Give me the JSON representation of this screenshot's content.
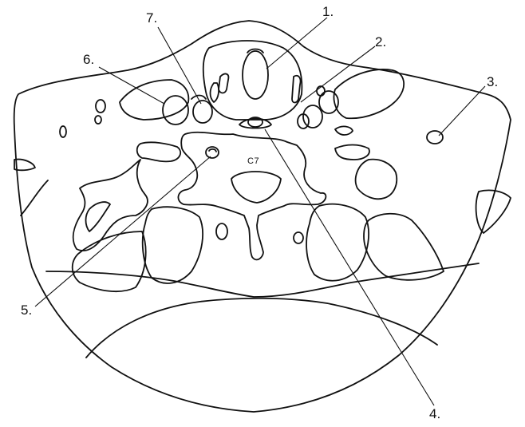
{
  "diagram": {
    "vertebra_label": "C7",
    "labels": [
      {
        "id": "1",
        "text": "1."
      },
      {
        "id": "2",
        "text": "2."
      },
      {
        "id": "3",
        "text": "3."
      },
      {
        "id": "4",
        "text": "4."
      },
      {
        "id": "5",
        "text": "5."
      },
      {
        "id": "6",
        "text": "6."
      },
      {
        "id": "7",
        "text": "7."
      }
    ]
  }
}
